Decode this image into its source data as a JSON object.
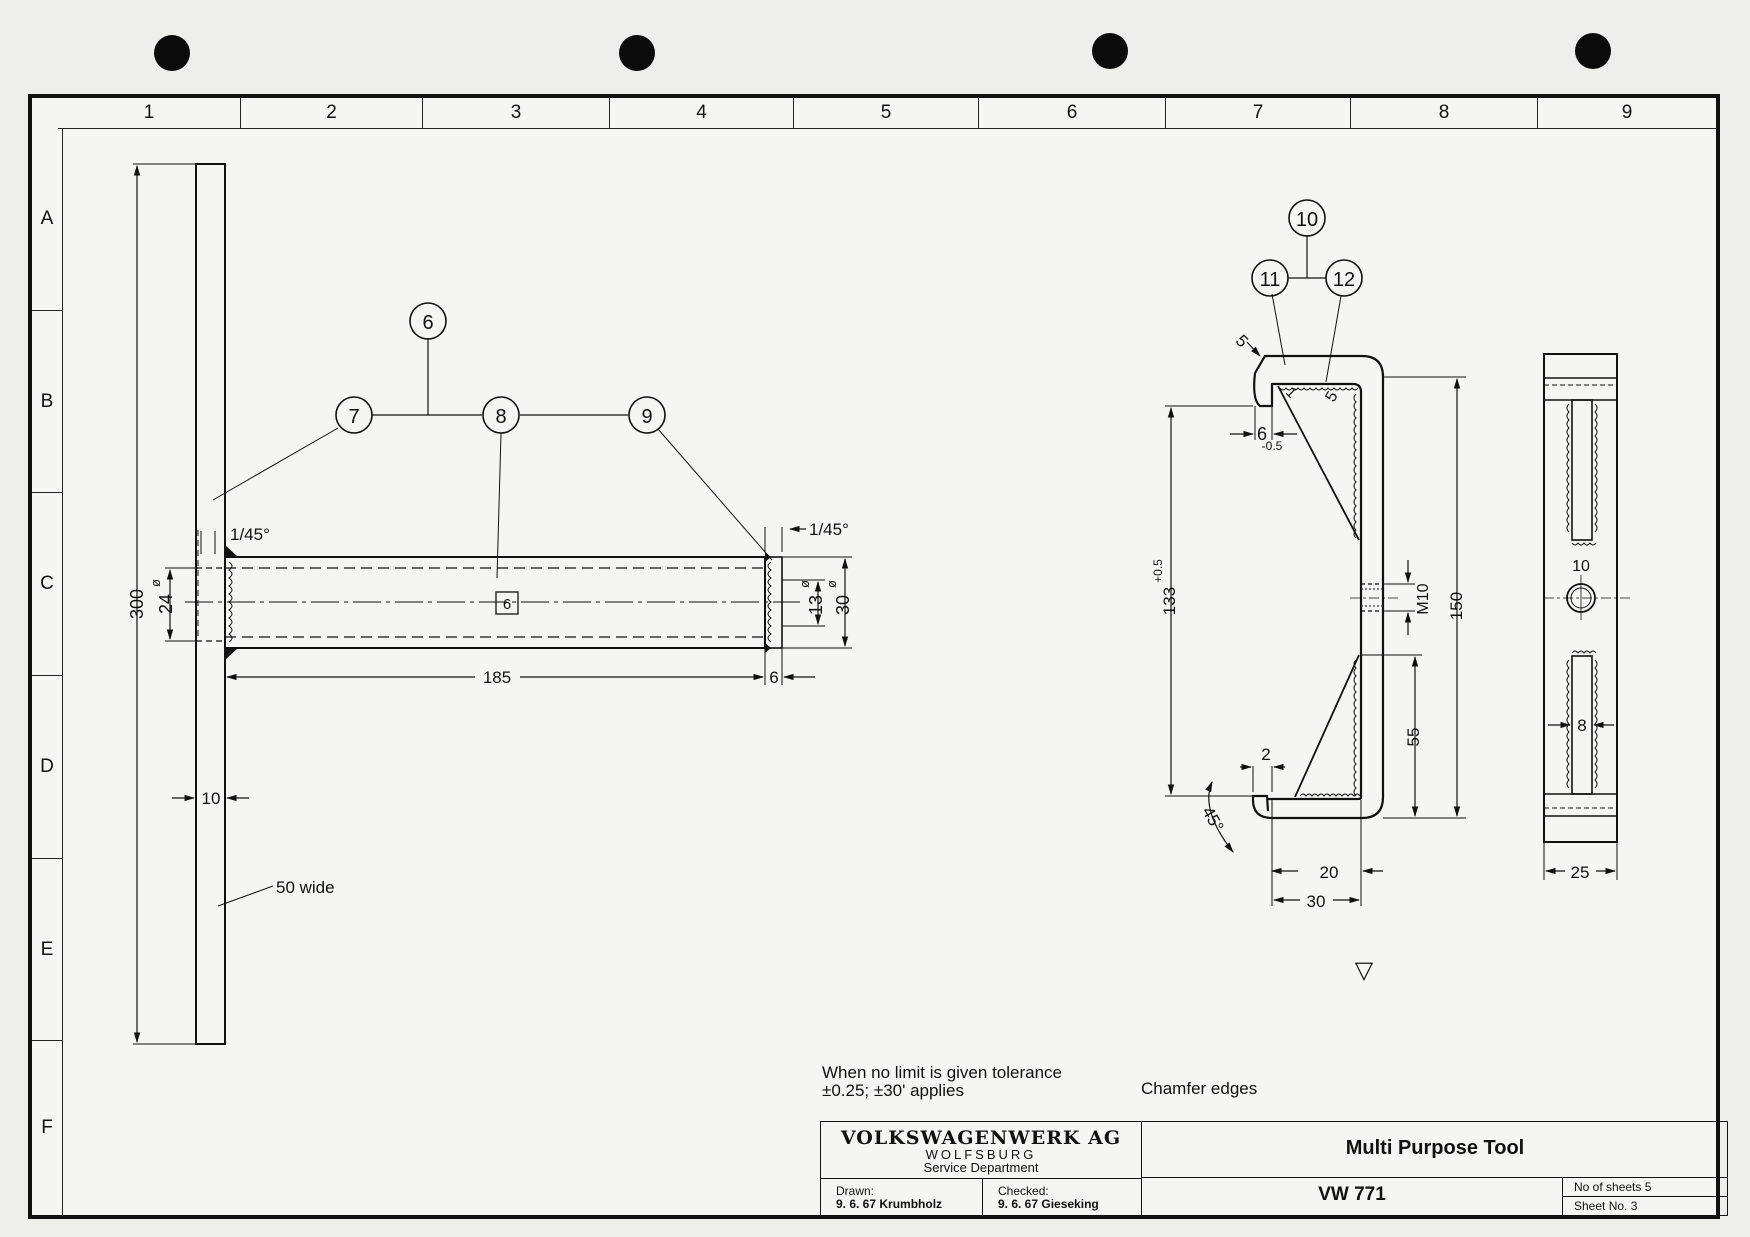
{
  "grid": {
    "columns": [
      "1",
      "2",
      "3",
      "4",
      "5",
      "6",
      "7",
      "8",
      "9"
    ],
    "rows": [
      "A",
      "B",
      "C",
      "D",
      "E",
      "F"
    ]
  },
  "balloons": [
    "6",
    "7",
    "8",
    "9",
    "10",
    "11",
    "12"
  ],
  "left_view": {
    "dims": {
      "length": "300",
      "thickness": "10",
      "width_note": "50 wide",
      "bore_left": "24",
      "bore_small": "13",
      "bore_right": "30",
      "tube_length": "185",
      "end_thickness": "6",
      "chamfer_left": "1/45°",
      "chamfer_right": "1/45°",
      "center_mark": "6",
      "diameter_symbol": "ø"
    }
  },
  "right_view": {
    "dims": {
      "chamfer_top": "5",
      "inner_r": "1",
      "weld": "5",
      "slot_width": "6",
      "slot_tol": "-0.5",
      "height_inner": "133",
      "height_tol": "+0.5",
      "thread": "M10",
      "height_total": "150",
      "lower": "55",
      "gap": "2",
      "angle": "45°",
      "w_inner": "20",
      "w_outer": "30"
    }
  },
  "side_view": {
    "dims": {
      "hole": "10",
      "slot": "8",
      "width": "25"
    }
  },
  "surface_symbol": "▽",
  "notes": {
    "tolerance_line1": "When no limit is given tolerance",
    "tolerance_line2": "±0.25; ±30' applies",
    "chamfer": "Chamfer edges"
  },
  "title_block": {
    "company": "VOLKSWAGENWERK AG",
    "city": "WOLFSBURG",
    "department": "Service Department",
    "drawn_label": "Drawn:",
    "drawn_value": "9. 6. 67 Krumbholz",
    "checked_label": "Checked:",
    "checked_value": "9. 6. 67 Gieseking",
    "title": "Multi Purpose Tool",
    "part_no": "VW 771",
    "sheets_label": "No of sheets 5",
    "sheet_no_label": "Sheet No. 3"
  }
}
